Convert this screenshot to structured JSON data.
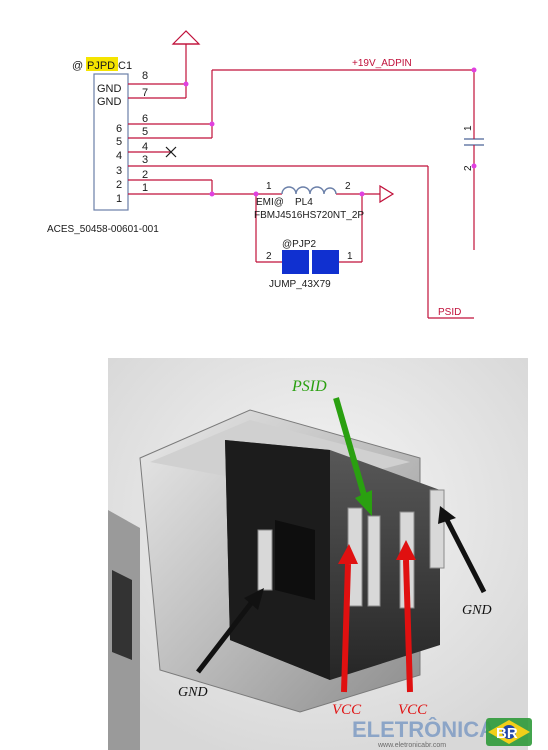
{
  "schematic": {
    "connector_ref_prefix": "@",
    "connector_ref": "PJPD",
    "connector_ref_suffix": "C1",
    "connector_part": "ACES_50458-00601-001",
    "pin_labels": [
      "GND",
      "GND"
    ],
    "pins_inner": [
      "6",
      "5",
      "4",
      "3",
      "2",
      "1"
    ],
    "pins_outer": [
      "8",
      "7",
      "6",
      "5",
      "4",
      "3",
      "2",
      "1"
    ],
    "net_vin": "+19V_ADPIN",
    "net_psid": "PSID",
    "inductor": {
      "ref_prefix": "EMI@",
      "ref": "PL4",
      "part": "FBMJ4516HS720NT_2P",
      "pin1": "1",
      "pin2": "2"
    },
    "jumper": {
      "ref": "@PJP2",
      "part": "JUMP_43X79",
      "pin1": "1",
      "pin2": "2"
    },
    "capacitor_pins": [
      "1",
      "2"
    ],
    "colors": {
      "wire": "#c0103a",
      "node": "#e040e0",
      "jumper": "#1030d0",
      "highlight": "#f5e400",
      "outline": "#6a7fa8"
    }
  },
  "photo": {
    "labels": {
      "psid": "PSID",
      "gnd_left": "GND",
      "gnd_right": "GND",
      "vcc_left": "VCC",
      "vcc_right": "VCC"
    },
    "watermark": {
      "brand": "ELETRÔNICA",
      "brand_badge": "BR",
      "url": "www.eletronicabr.com"
    },
    "colors": {
      "psid_arrow": "#2aa010",
      "vcc_arrow": "#e01010",
      "gnd_arrow": "#111111"
    }
  }
}
